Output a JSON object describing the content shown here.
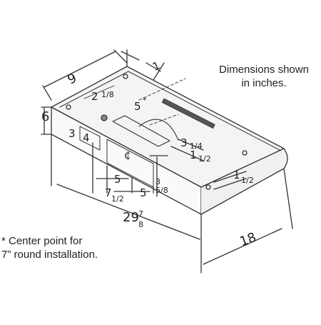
{
  "notes": {
    "dimensions_line1": "Dimensions shown",
    "dimensions_line2": "in inches.",
    "center_line1": "* Center point for",
    "center_line2": "7” round installation."
  },
  "labels": {
    "width_whole": "29",
    "width_num": "7",
    "width_den": "8",
    "depth": "18",
    "height": "6",
    "top_depth": "9",
    "top_offset": "1",
    "elec_offset_whole": "2",
    "elec_offset_frac": "1/8",
    "center_offset": "5",
    "center_star": "*",
    "left_window_height": "3",
    "left_window_gap": "4",
    "duct_depth_whole": "3",
    "duct_depth_frac": "1/4",
    "duct_inner_whole": "1",
    "duct_inner_frac": "1/2",
    "right_gap_whole": "1",
    "right_gap_frac": "1/2",
    "duct_width": "5",
    "duct_offset_whole": "7",
    "duct_offset_frac": "1/2",
    "duct_edge": "5",
    "front_height_whole": "3",
    "front_height_frac": "5/8",
    "centerline_symbol": "¢"
  }
}
